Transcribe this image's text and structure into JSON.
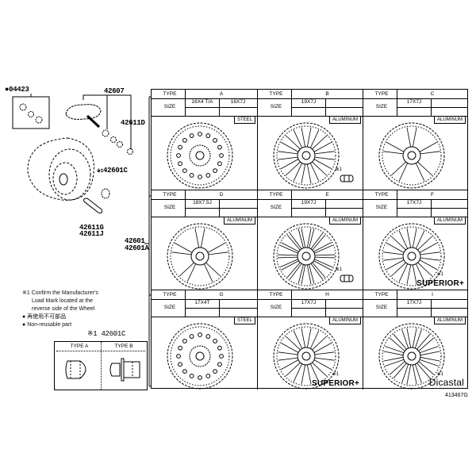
{
  "left_panel": {
    "kit": {
      "bullet": "●",
      "part_no": "04423"
    },
    "tpms_sensor": {
      "part_no": "42607"
    },
    "valve_parts": {
      "part_no": "42611D"
    },
    "wheel_nut": {
      "mark": "※1",
      "part_no": "42601C"
    },
    "valve_stem": {
      "part_nos": [
        "42611G",
        "42611J"
      ]
    },
    "wheel_assy": {
      "part_nos": [
        "42601",
        "42601A"
      ]
    },
    "notes": {
      "mark": "※1",
      "lines": [
        "Confirm the Manufacturer's",
        "Load Mark located at the",
        "reverse side of the Wheel"
      ],
      "bullet_jp": "再使用不可部品",
      "bullet_en": "Non-reusable part"
    },
    "nut_types": {
      "ref": "※1 42601C",
      "type_a": "TYPE A",
      "type_b": "TYPE B"
    }
  },
  "wheel_table": {
    "type_label": "TYPE",
    "size_label": "SIZE",
    "cells": [
      {
        "code": "A",
        "sizes": [
          "16X4 T/A",
          "16X7J"
        ],
        "material": "STEEL",
        "style": "steel",
        "brand": "",
        "mark": ""
      },
      {
        "code": "B",
        "sizes": [
          "19X7J",
          ""
        ],
        "material": "ALUMINUM",
        "style": "b",
        "brand": "",
        "mark": "※1"
      },
      {
        "code": "C",
        "sizes": [
          "17X7J",
          ""
        ],
        "material": "ALUMINUM",
        "style": "c",
        "brand": "",
        "mark": ""
      },
      {
        "code": "D",
        "sizes": [
          "18X7.5J",
          ""
        ],
        "material": "ALUMINUM",
        "style": "d",
        "brand": "",
        "mark": ""
      },
      {
        "code": "E",
        "sizes": [
          "19X7J",
          ""
        ],
        "material": "ALUMINUM",
        "style": "e",
        "brand": "",
        "mark": "※1"
      },
      {
        "code": "F",
        "sizes": [
          "17X7J",
          ""
        ],
        "material": "ALUMINUM",
        "style": "f",
        "brand": "SUPERIOR+",
        "mark": "※1"
      },
      {
        "code": "G",
        "sizes": [
          "17X4T",
          ""
        ],
        "material": "STEEL",
        "style": "steel2",
        "brand": "",
        "mark": ""
      },
      {
        "code": "H",
        "sizes": [
          "17X7J",
          ""
        ],
        "material": "ALUMINUM",
        "style": "h",
        "brand": "SUPERIOR+",
        "mark": "※1"
      },
      {
        "code": "I",
        "sizes": [
          "17X7J",
          ""
        ],
        "material": "ALUMINUM",
        "style": "i",
        "brand": "Dicastal",
        "mark": "※1"
      }
    ]
  },
  "figure_id": "413467G"
}
